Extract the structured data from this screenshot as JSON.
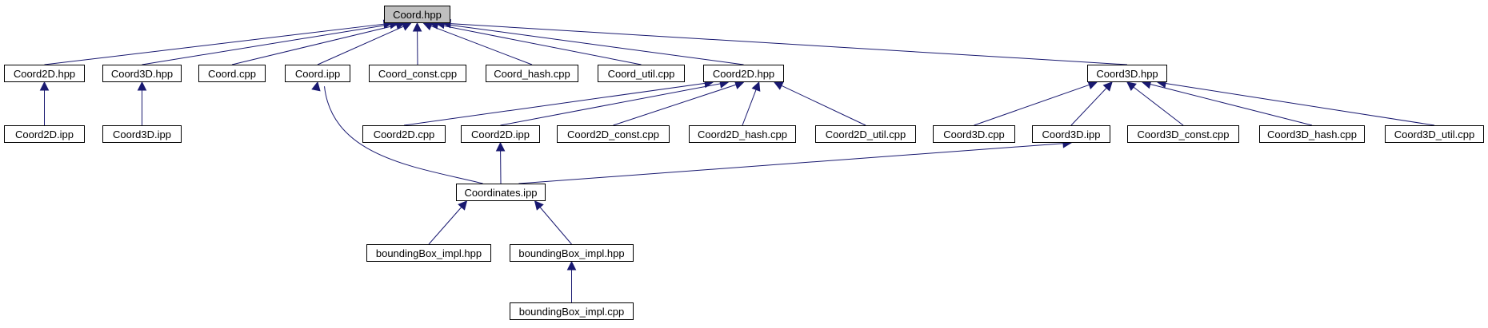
{
  "graph": {
    "colors": {
      "edge": "#191970",
      "node_border": "#000000",
      "root_fill": "#bfbfbf",
      "node_fill": "#ffffff"
    },
    "nodes": {
      "root": {
        "label": "Coord.hpp"
      },
      "coord2d_hpp_a": {
        "label": "Coord2D.hpp"
      },
      "coord3d_hpp_a": {
        "label": "Coord3D.hpp"
      },
      "coord_cpp": {
        "label": "Coord.cpp"
      },
      "coord_ipp": {
        "label": "Coord.ipp"
      },
      "coord_const_cpp": {
        "label": "Coord_const.cpp"
      },
      "coord_hash_cpp": {
        "label": "Coord_hash.cpp"
      },
      "coord_util_cpp": {
        "label": "Coord_util.cpp"
      },
      "coord2d_hpp_b": {
        "label": "Coord2D.hpp"
      },
      "coord3d_hpp_b": {
        "label": "Coord3D.hpp"
      },
      "coord2d_ipp_a": {
        "label": "Coord2D.ipp"
      },
      "coord3d_ipp_a": {
        "label": "Coord3D.ipp"
      },
      "coord2d_cpp": {
        "label": "Coord2D.cpp"
      },
      "coord2d_ipp_b": {
        "label": "Coord2D.ipp"
      },
      "coord2d_const_cpp": {
        "label": "Coord2D_const.cpp"
      },
      "coord2d_hash_cpp": {
        "label": "Coord2D_hash.cpp"
      },
      "coord2d_util_cpp": {
        "label": "Coord2D_util.cpp"
      },
      "coord3d_cpp": {
        "label": "Coord3D.cpp"
      },
      "coord3d_ipp_b": {
        "label": "Coord3D.ipp"
      },
      "coord3d_const_cpp": {
        "label": "Coord3D_const.cpp"
      },
      "coord3d_hash_cpp": {
        "label": "Coord3D_hash.cpp"
      },
      "coord3d_util_cpp": {
        "label": "Coord3D_util.cpp"
      },
      "coordinates_ipp": {
        "label": "Coordinates.ipp"
      },
      "bbox_impl_hpp_a": {
        "label": "boundingBox_impl.hpp"
      },
      "bbox_impl_hpp_b": {
        "label": "boundingBox_impl.hpp"
      },
      "bbox_impl_cpp": {
        "label": "boundingBox_impl.cpp"
      }
    },
    "edges": [
      {
        "from": "coord2d_hpp_a",
        "to": "root"
      },
      {
        "from": "coord3d_hpp_a",
        "to": "root"
      },
      {
        "from": "coord_cpp",
        "to": "root"
      },
      {
        "from": "coord_ipp",
        "to": "root"
      },
      {
        "from": "coord_const_cpp",
        "to": "root"
      },
      {
        "from": "coord_hash_cpp",
        "to": "root"
      },
      {
        "from": "coord_util_cpp",
        "to": "root"
      },
      {
        "from": "coord2d_hpp_b",
        "to": "root"
      },
      {
        "from": "coord3d_hpp_b",
        "to": "root"
      },
      {
        "from": "coord2d_ipp_a",
        "to": "coord2d_hpp_a"
      },
      {
        "from": "coord3d_ipp_a",
        "to": "coord3d_hpp_a"
      },
      {
        "from": "coordinates_ipp",
        "to": "coord_ipp"
      },
      {
        "from": "coord2d_cpp",
        "to": "coord2d_hpp_b"
      },
      {
        "from": "coord2d_ipp_b",
        "to": "coord2d_hpp_b"
      },
      {
        "from": "coord2d_const_cpp",
        "to": "coord2d_hpp_b"
      },
      {
        "from": "coord2d_hash_cpp",
        "to": "coord2d_hpp_b"
      },
      {
        "from": "coord2d_util_cpp",
        "to": "coord2d_hpp_b"
      },
      {
        "from": "coord3d_cpp",
        "to": "coord3d_hpp_b"
      },
      {
        "from": "coord3d_ipp_b",
        "to": "coord3d_hpp_b"
      },
      {
        "from": "coord3d_const_cpp",
        "to": "coord3d_hpp_b"
      },
      {
        "from": "coord3d_hash_cpp",
        "to": "coord3d_hpp_b"
      },
      {
        "from": "coord3d_util_cpp",
        "to": "coord3d_hpp_b"
      },
      {
        "from": "coordinates_ipp",
        "to": "coord2d_ipp_b"
      },
      {
        "from": "coordinates_ipp",
        "to": "coord3d_ipp_b"
      },
      {
        "from": "bbox_impl_hpp_a",
        "to": "coordinates_ipp"
      },
      {
        "from": "bbox_impl_hpp_b",
        "to": "coordinates_ipp"
      },
      {
        "from": "bbox_impl_cpp",
        "to": "bbox_impl_hpp_b"
      }
    ]
  }
}
